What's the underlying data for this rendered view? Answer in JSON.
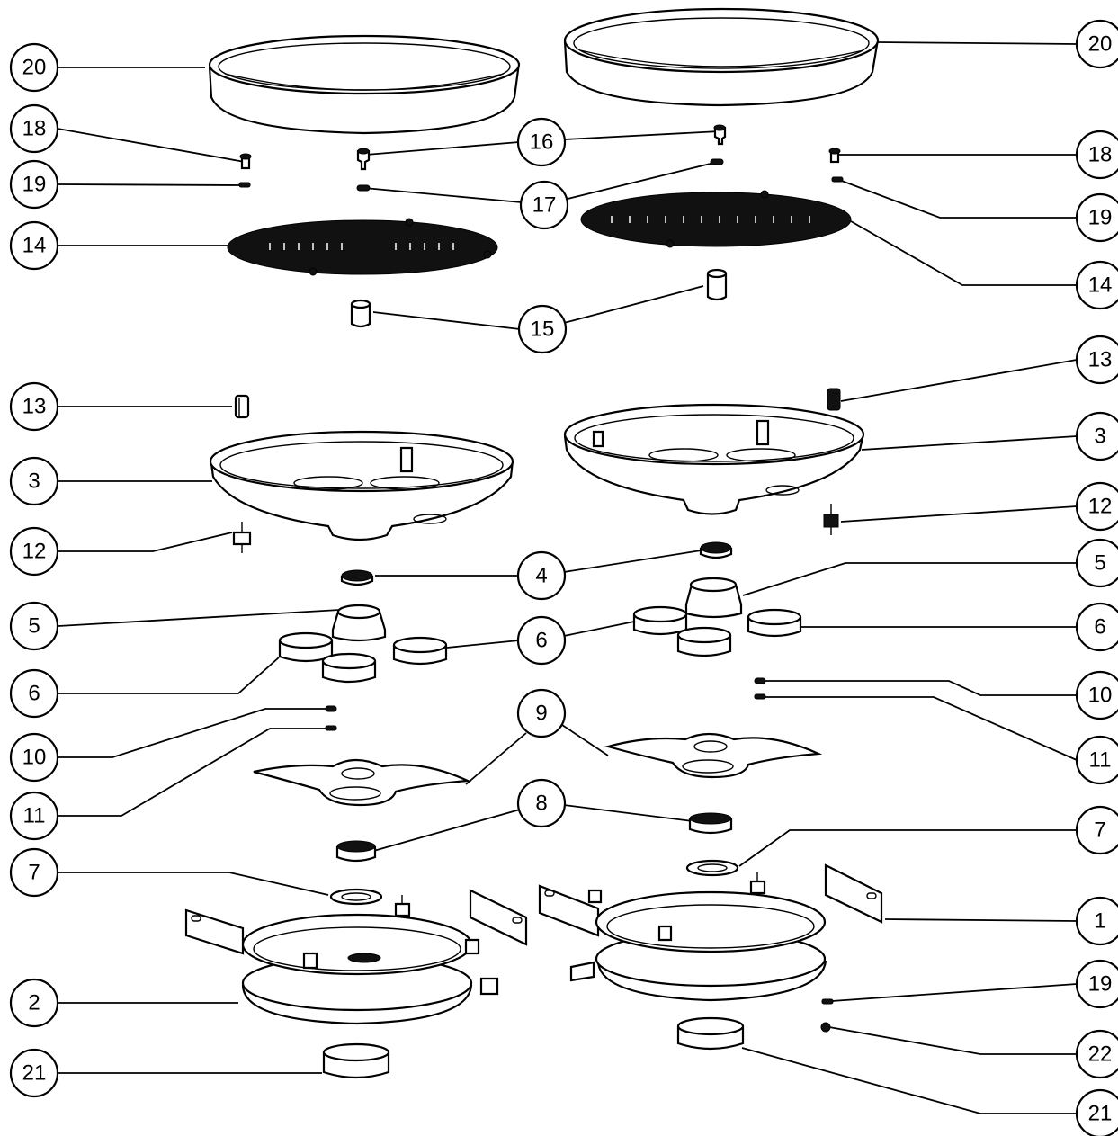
{
  "callouts": [
    {
      "id": "c20L",
      "label": "20"
    },
    {
      "id": "c20R",
      "label": "20"
    },
    {
      "id": "c18L",
      "label": "18"
    },
    {
      "id": "c16",
      "label": "16"
    },
    {
      "id": "c18R",
      "label": "18"
    },
    {
      "id": "c19L",
      "label": "19"
    },
    {
      "id": "c17",
      "label": "17"
    },
    {
      "id": "c19R",
      "label": "19"
    },
    {
      "id": "c14L",
      "label": "14"
    },
    {
      "id": "c14R",
      "label": "14"
    },
    {
      "id": "c15",
      "label": "15"
    },
    {
      "id": "c13L",
      "label": "13"
    },
    {
      "id": "c13R",
      "label": "13"
    },
    {
      "id": "c3L",
      "label": "3"
    },
    {
      "id": "c3R",
      "label": "3"
    },
    {
      "id": "c12L",
      "label": "12"
    },
    {
      "id": "c12R",
      "label": "12"
    },
    {
      "id": "c4",
      "label": "4"
    },
    {
      "id": "c5L",
      "label": "5"
    },
    {
      "id": "c5R",
      "label": "5"
    },
    {
      "id": "c6C",
      "label": "6"
    },
    {
      "id": "c6R",
      "label": "6"
    },
    {
      "id": "c6L",
      "label": "6"
    },
    {
      "id": "c10L",
      "label": "10"
    },
    {
      "id": "c10R",
      "label": "10"
    },
    {
      "id": "c9",
      "label": "9"
    },
    {
      "id": "c11L",
      "label": "11"
    },
    {
      "id": "c11R",
      "label": "11"
    },
    {
      "id": "c8",
      "label": "8"
    },
    {
      "id": "c7L",
      "label": "7"
    },
    {
      "id": "c7R",
      "label": "7"
    },
    {
      "id": "c1",
      "label": "1"
    },
    {
      "id": "c2",
      "label": "2"
    },
    {
      "id": "c19B",
      "label": "19"
    },
    {
      "id": "c21L",
      "label": "21"
    },
    {
      "id": "c22",
      "label": "22"
    },
    {
      "id": "c21R",
      "label": "21"
    }
  ]
}
